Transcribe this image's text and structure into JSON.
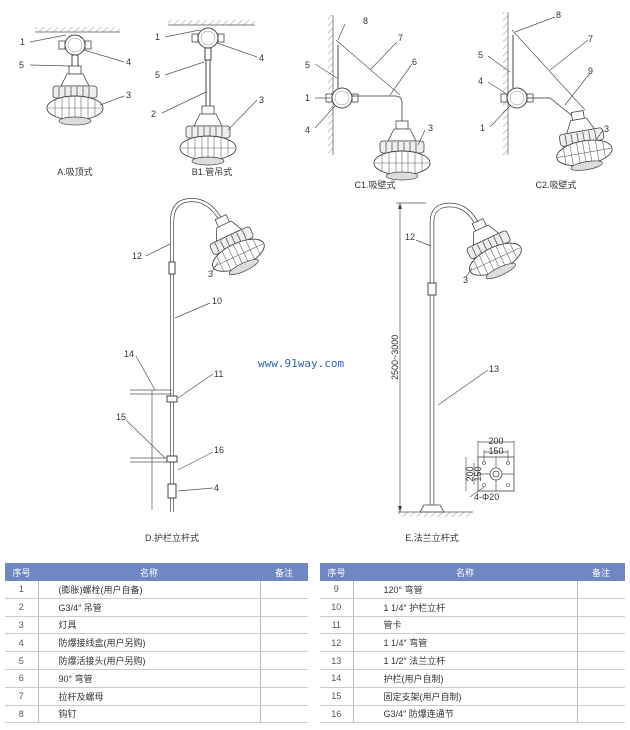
{
  "diagrams": {
    "A": {
      "caption": "A.吸顶式",
      "labels": [
        "1",
        "5",
        "4",
        "3"
      ]
    },
    "B1": {
      "caption": "B1.管吊式",
      "labels": [
        "1",
        "4",
        "5",
        "2",
        "3"
      ]
    },
    "C1": {
      "caption": "C1.吸壁式",
      "labels": [
        "8",
        "7",
        "5",
        "6",
        "1",
        "4",
        "3"
      ]
    },
    "C2": {
      "caption": "C2.吸壁式",
      "labels": [
        "8",
        "7",
        "5",
        "9",
        "4",
        "1",
        "3"
      ]
    },
    "D": {
      "caption": "D.护栏立杆式",
      "labels": [
        "12",
        "3",
        "10",
        "14",
        "11",
        "15",
        "16",
        "4"
      ]
    },
    "E": {
      "caption": "E.法兰立杆式",
      "labels": [
        "12",
        "3",
        "13"
      ],
      "height_dim": "2500~3000",
      "flange": {
        "outer": "200",
        "inner": "150",
        "outer_v": "200",
        "inner_v": "150",
        "holes": "4-Φ20"
      }
    }
  },
  "watermark": "www.91way.com",
  "table": {
    "headers": [
      "序号",
      "名称",
      "备注"
    ],
    "left": [
      {
        "no": "1",
        "name": "(膨胀)螺栓(用户自备)",
        "remark": ""
      },
      {
        "no": "2",
        "name": "G3/4″ 吊管",
        "remark": ""
      },
      {
        "no": "3",
        "name": "灯具",
        "remark": ""
      },
      {
        "no": "4",
        "name": "防爆接线盒(用户另购)",
        "remark": ""
      },
      {
        "no": "5",
        "name": "防爆活接头(用户另购)",
        "remark": ""
      },
      {
        "no": "6",
        "name": "90° 弯管",
        "remark": ""
      },
      {
        "no": "7",
        "name": "拉杆及螺母",
        "remark": ""
      },
      {
        "no": "8",
        "name": "钩钉",
        "remark": ""
      }
    ],
    "right": [
      {
        "no": "9",
        "name": "120° 弯管",
        "remark": ""
      },
      {
        "no": "10",
        "name": "1 1/4″ 护栏立杆",
        "remark": ""
      },
      {
        "no": "11",
        "name": "管卡",
        "remark": ""
      },
      {
        "no": "12",
        "name": "1 1/4″ 弯管",
        "remark": ""
      },
      {
        "no": "13",
        "name": "1 1/2″ 法兰立杆",
        "remark": ""
      },
      {
        "no": "14",
        "name": "护栏(用户自制)",
        "remark": ""
      },
      {
        "no": "15",
        "name": "固定支架(用户自制)",
        "remark": ""
      },
      {
        "no": "16",
        "name": "G3/4″ 防爆连通节",
        "remark": ""
      }
    ]
  },
  "colors": {
    "header": "#6f88c4",
    "watermark": "#2a62c9"
  }
}
